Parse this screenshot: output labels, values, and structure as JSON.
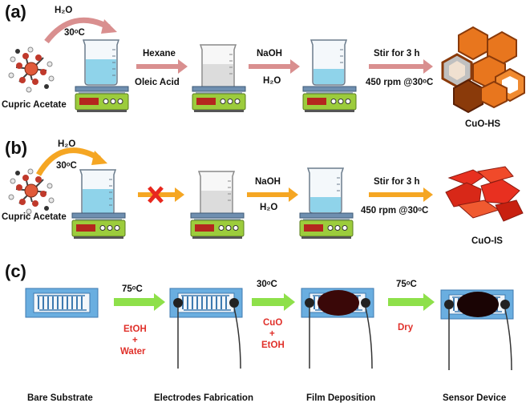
{
  "panel_a": {
    "label": "(a)",
    "h2o": "H₂O",
    "temp": "30ᵒC",
    "precursor": "Cupric Acetate",
    "step1_top": "Hexane",
    "step1_bottom": "Oleic Acid",
    "step2_top": "NaOH",
    "step2_bottom": "H₂O",
    "step3_top": "Stir for 3 h",
    "step3_bottom": "450 rpm @30ᵒC",
    "product": "CuO-HS"
  },
  "panel_b": {
    "label": "(b)",
    "h2o": "H₂O",
    "temp": "30ᵒC",
    "precursor": "Cupric Acetate",
    "step2_top": "NaOH",
    "step2_bottom": "H₂O",
    "step3_top": "Stir for 3 h",
    "step3_bottom": "450 rpm @30ᵒC",
    "product": "CuO-IS"
  },
  "panel_c": {
    "label": "(c)",
    "temp1": "75ᵒC",
    "cond1_line1": "EtOH",
    "cond1_line2": "+",
    "cond1_line3": "Water",
    "temp2": "30ᵒC",
    "cond2_line1": "CuO",
    "cond2_line2": "+",
    "cond2_line3": "EtOH",
    "temp3": "75ᵒC",
    "cond3_line1": "Dry",
    "stage1": "Bare Substrate",
    "stage2": "Electrodes Fabrication",
    "stage3": "Film Deposition",
    "stage4": "Sensor Device"
  },
  "colors": {
    "arrow_pink": "#d98f8f",
    "arrow_orange": "#f5a623",
    "arrow_green": "#8ee04a",
    "cross_red": "#e8281e",
    "condition_red": "#e0302a",
    "substrate_blue": "#6aaee0",
    "hotplate_green": "#9ccc3c",
    "hexagon_orange": "#e8761e",
    "sheet_red": "#e83020"
  }
}
